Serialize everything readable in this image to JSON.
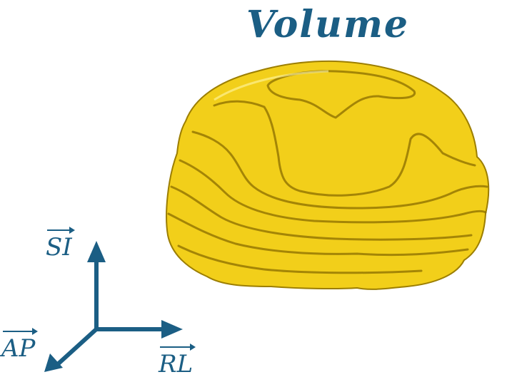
{
  "title": "Volume",
  "axes": {
    "si": "SI",
    "ap": "AP",
    "rl": "RL"
  },
  "colors": {
    "text": "#1b5e84",
    "volume_fill": "#f2cf1a",
    "volume_shadow": "#b89400"
  },
  "icons": {
    "volume": "brain-volume-render",
    "axes": "orientation-axes"
  }
}
